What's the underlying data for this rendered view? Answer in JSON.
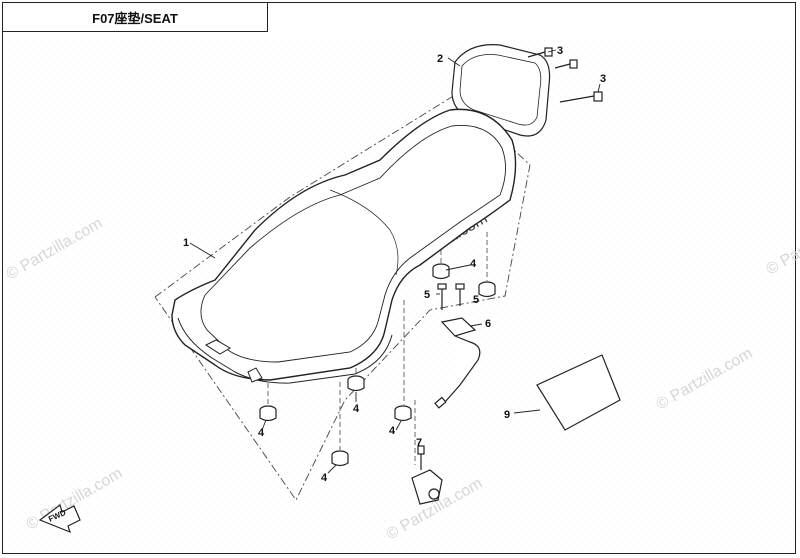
{
  "diagram": {
    "title": "F07座垫/SEAT",
    "watermark": "© Partzilla.com",
    "callouts": {
      "seat": "1",
      "backrest": "2",
      "backrest_bolt_a": "3",
      "backrest_bolt_b": "3",
      "rubber_a": "4",
      "rubber_b": "4",
      "rubber_c": "4",
      "rubber_d": "4",
      "rubber_e": "4",
      "bolt_a": "5",
      "bolt_b": "5",
      "seat_lock": "6",
      "bolt_c": "7",
      "label": "9"
    },
    "fwd_label": "FWD",
    "colors": {
      "line": "#222222",
      "watermark": "#d8d8d8",
      "background": "#ffffff"
    }
  }
}
